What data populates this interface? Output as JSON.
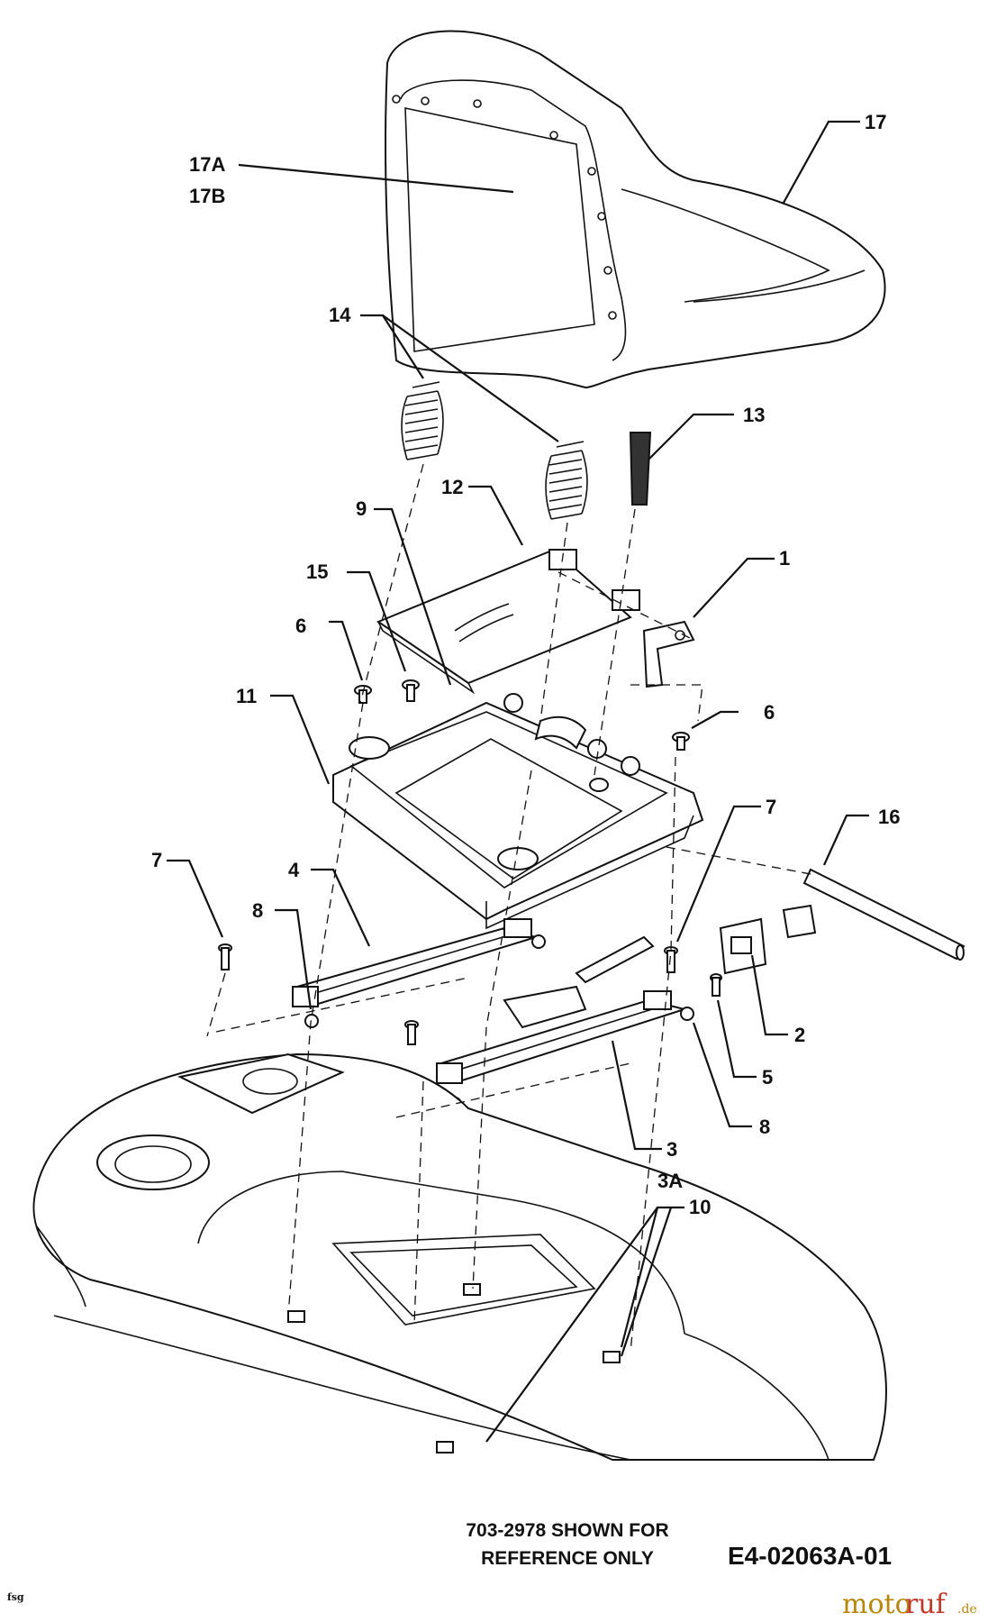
{
  "callouts": [
    {
      "id": "17",
      "text": "17"
    },
    {
      "id": "17a",
      "text": "17A"
    },
    {
      "id": "17b",
      "text": "17B"
    },
    {
      "id": "14",
      "text": "14"
    },
    {
      "id": "13",
      "text": "13"
    },
    {
      "id": "12",
      "text": "12"
    },
    {
      "id": "9",
      "text": "9"
    },
    {
      "id": "15",
      "text": "15"
    },
    {
      "id": "1",
      "text": "1"
    },
    {
      "id": "6a",
      "text": "6"
    },
    {
      "id": "6b",
      "text": "6"
    },
    {
      "id": "11",
      "text": "11"
    },
    {
      "id": "7a",
      "text": "7"
    },
    {
      "id": "16",
      "text": "16"
    },
    {
      "id": "7b",
      "text": "7"
    },
    {
      "id": "4",
      "text": "4"
    },
    {
      "id": "8a",
      "text": "8"
    },
    {
      "id": "2",
      "text": "2"
    },
    {
      "id": "5",
      "text": "5"
    },
    {
      "id": "8b",
      "text": "8"
    },
    {
      "id": "3",
      "text": "3"
    },
    {
      "id": "3a",
      "text": "3A"
    },
    {
      "id": "10",
      "text": "10"
    }
  ],
  "footer": {
    "note_line1": "703-2978 SHOWN FOR",
    "note_line2": "REFERENCE ONLY",
    "drawing_code": "E4-02063A-01",
    "corner_mark": "fsg"
  },
  "watermark": {
    "part1": "moto",
    "part2": "ruf",
    "part3": ".de"
  }
}
